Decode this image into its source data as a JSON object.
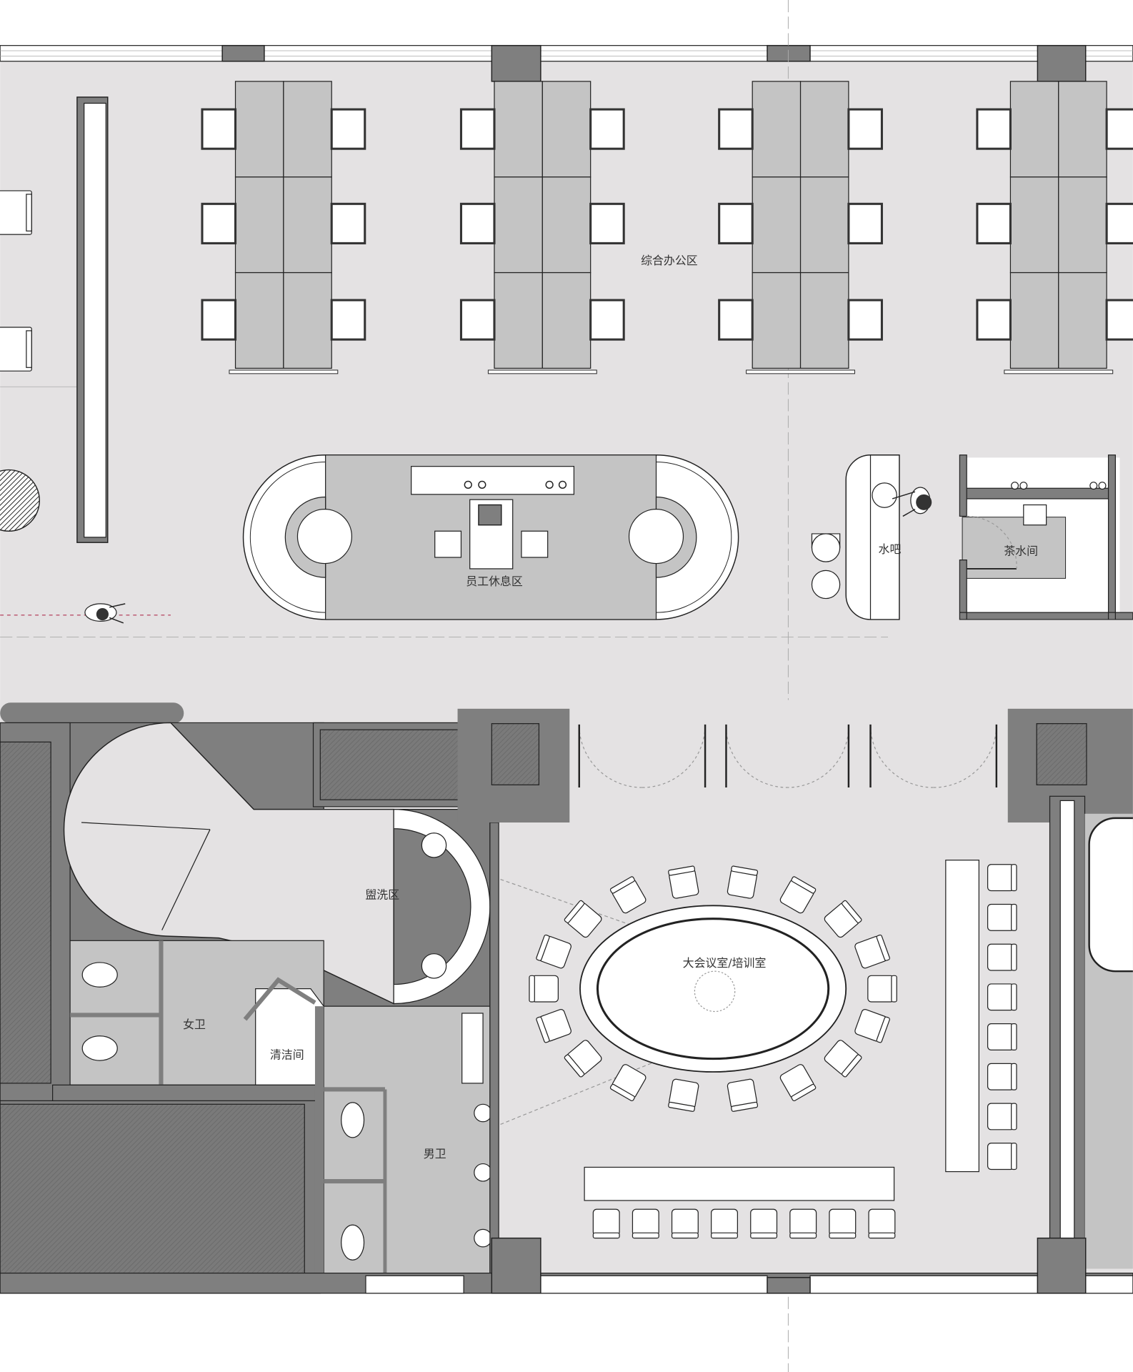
{
  "plan": {
    "rooms": {
      "open_office": "综合办公区",
      "staff_lounge": "员工休息区",
      "water_bar": "水吧",
      "pantry": "茶水间",
      "washroom": "盥洗区",
      "womens_restroom": "女卫",
      "janitor_room": "清洁间",
      "mens_restroom": "男卫",
      "conference_room": "大会议室/培训室"
    },
    "colors": {
      "floor": "#e4e2e3",
      "wall": "#7f7f7f",
      "furniture": "#c4c4c4",
      "line": "#222222",
      "path": "#b03050"
    }
  }
}
